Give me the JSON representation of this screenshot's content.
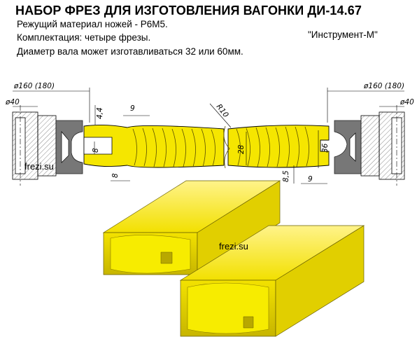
{
  "title": "НАБОР ФРЕЗ ДЛЯ ИЗГОТОВЛЕНИЯ ВАГОНКИ ДИ-14.67",
  "lines": [
    "Режущий материал ножей - Р6М5.",
    "Комплектация: четыре фрезы.",
    "Диаметр вала может изготавливаться 32 или 60мм."
  ],
  "maker": "\"Инструмент-М\"",
  "watermark": "frezi.su",
  "dims": {
    "d160": "ø160 (180)",
    "d40": "ø40",
    "d4_4": "4,4",
    "d9_top": "9",
    "d8_v": "8",
    "d8_h": "8",
    "r10": "R10",
    "d28": "28",
    "d36": "36",
    "d8_5": "8,5",
    "d9_bot": "9"
  },
  "colors": {
    "wood": "#f5e600",
    "wood_dark": "#d8c400",
    "grain": "#4a4000",
    "steel": "#7b7b7b",
    "hatch": "#bdbdbd",
    "profile": "#f7ec00",
    "profile_shadow": "#c9b800"
  }
}
